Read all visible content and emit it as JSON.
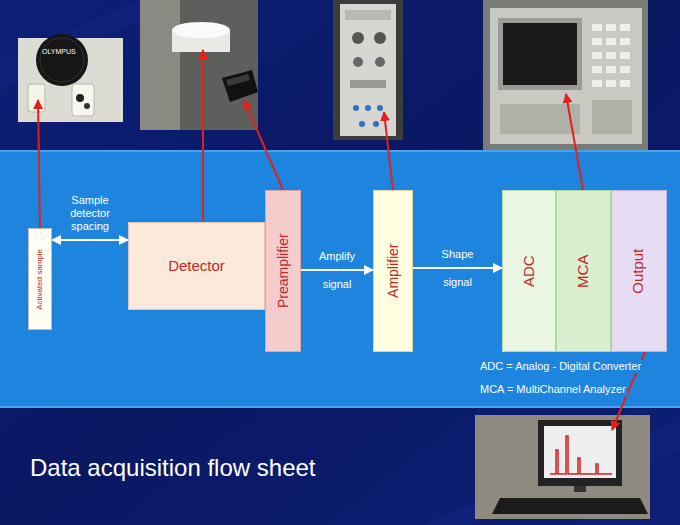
{
  "diagram": {
    "title": "Data acquisition flow sheet",
    "nodes": [
      {
        "text": [
          "Activated sample"
        ]
      },
      {
        "text": [
          "Detector"
        ]
      },
      {
        "text": [
          "Preamplifier"
        ]
      },
      {
        "text": [
          "Amplifier"
        ]
      },
      {
        "text": [
          "ADC"
        ]
      },
      {
        "text": [
          "MCA"
        ]
      },
      {
        "text": [
          "Output"
        ]
      }
    ],
    "edges": [
      {
        "from": 0,
        "to": 1,
        "arrow": "both",
        "label": "Sample detector spacing"
      },
      {
        "from": 2,
        "to": 3,
        "arrow": "to",
        "label": "Amplify signal"
      },
      {
        "from": 3,
        "to": 4,
        "arrow": "to",
        "label": "Shape signal"
      }
    ],
    "labels": [
      "ADC = Analog - Digital Converter",
      "MCA = MultiChannel Analyzer",
      "OLYMPUS"
    ]
  }
}
